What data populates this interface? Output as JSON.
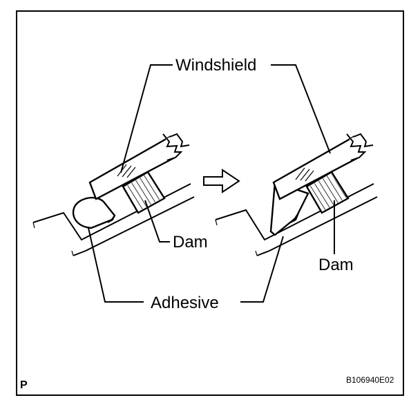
{
  "labels": {
    "windshield": "Windshield",
    "dam_left": "Dam",
    "dam_right": "Dam",
    "adhesive": "Adhesive",
    "corner_mark": "P",
    "figure_code": "B106940E02"
  },
  "colors": {
    "ink": "#000000",
    "background": "#ffffff"
  },
  "icons": {
    "arrow": "right-arrow-icon"
  }
}
